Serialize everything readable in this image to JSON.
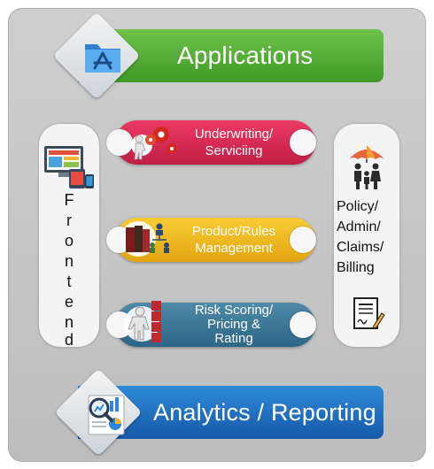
{
  "top_banner": {
    "label": "Applications",
    "color": "#4caa30"
  },
  "bottom_banner": {
    "label": "Analytics / Reporting",
    "color": "#1f6fc2"
  },
  "frontend": {
    "letters": [
      "F",
      "r",
      "o",
      "n",
      "t",
      "e",
      "n",
      "d"
    ]
  },
  "policy": {
    "lines": [
      "Policy/",
      "Admin/",
      "Claims/",
      "Billing"
    ]
  },
  "modules": [
    {
      "line1": "Underwriting/",
      "line2": "Serviciing",
      "line3": "",
      "color": "#d8264f"
    },
    {
      "line1": "Product/Rules",
      "line2": "Management",
      "line3": "",
      "color": "#f0b820"
    },
    {
      "line1": "Risk Scoring/",
      "line2": "Pricing &",
      "line3": "Rating",
      "color": "#38779a"
    }
  ],
  "icons": {
    "top": "app-store-folder-icon",
    "bottom": "analytics-magnifier-icon",
    "frontend": "devices-icon",
    "policy": "family-umbrella-icon",
    "document": "signed-document-icon",
    "underwriting": "gears-person-icon",
    "product": "books-org-chart-icon",
    "risk": "risk-dice-person-icon"
  }
}
